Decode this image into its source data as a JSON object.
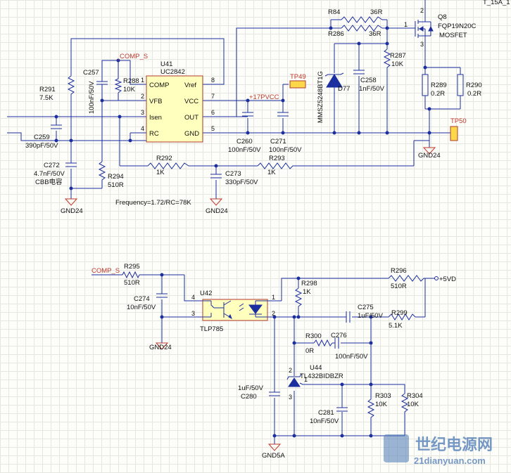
{
  "corner_text": "T_15A_1",
  "watermark": {
    "title": "世纪电源网",
    "url": "21dianyuan.com"
  },
  "frequency_note": "Frequency=1.72/RC=78K",
  "nets": {
    "comp_s_top": "COMP_S",
    "comp_s_bottom": "COMP_S",
    "pvcc": "+17PVCC",
    "vd": "+5VD"
  },
  "testpoints": {
    "tp49": "TP49",
    "tp50": "TP50"
  },
  "grounds": {
    "g1": "GND24",
    "g2": "GND24",
    "g3": "GND24",
    "g4": "GND24",
    "g5": "GND5A"
  },
  "u41": {
    "ref": "U41",
    "part": "UC2842",
    "pins_left": [
      "COMP",
      "VFB",
      "Isen",
      "RC"
    ],
    "pins_right": [
      "Vref",
      "VCC",
      "OUT",
      "GND"
    ],
    "nums_left": [
      "1",
      "2",
      "3",
      "4"
    ],
    "nums_right": [
      "8",
      "7",
      "6",
      "5"
    ]
  },
  "u42": {
    "ref": "U42",
    "part": "TLP785",
    "nums": [
      "4",
      "3",
      "1",
      "2"
    ]
  },
  "u44": {
    "ref": "U44",
    "part": "TL432BIDBZR",
    "nums": [
      "2",
      "1",
      "3"
    ]
  },
  "q8": {
    "ref": "Q8",
    "part": "FQP19N20C",
    "type": "MOSFET",
    "nums": [
      "2",
      "1",
      "3"
    ]
  },
  "d77": {
    "ref": "D77",
    "part": "MMSZ5248BT1G"
  },
  "components": {
    "r84": {
      "ref": "R84",
      "value": "36R"
    },
    "r286": {
      "ref": "R286",
      "value": "36R"
    },
    "r287": {
      "ref": "R287",
      "value": "10K"
    },
    "r288": {
      "ref": "R288",
      "value": "10K"
    },
    "r289": {
      "ref": "R289",
      "value": "0.2R"
    },
    "r290": {
      "ref": "R290",
      "value": "0.2R"
    },
    "r291": {
      "ref": "R291",
      "value": "7.5K"
    },
    "r292": {
      "ref": "R292",
      "value": "1K"
    },
    "r293": {
      "ref": "R293",
      "value": "1K"
    },
    "r294": {
      "ref": "R294",
      "value": "510R"
    },
    "r295": {
      "ref": "R295",
      "value": "510R"
    },
    "r296": {
      "ref": "R296",
      "value": "510R"
    },
    "r298": {
      "ref": "R298",
      "value": "1K"
    },
    "r299": {
      "ref": "R299",
      "value": "5.1K"
    },
    "r300": {
      "ref": "R300",
      "value": "0R"
    },
    "r303": {
      "ref": "R303",
      "value": "10K"
    },
    "r304": {
      "ref": "R304",
      "value": "10K"
    },
    "c257": {
      "ref": "C257",
      "value": "100nF/50V"
    },
    "c258": {
      "ref": "C258",
      "value": "1nF/50V"
    },
    "c259": {
      "ref": "C259",
      "value": "390pF/50V"
    },
    "c260": {
      "ref": "C260",
      "value": "100nF/50V"
    },
    "c271": {
      "ref": "C271",
      "value": "100nF/50V"
    },
    "c272": {
      "ref": "C272",
      "value": "4.7nF/50V",
      "note": "CBB电容"
    },
    "c273": {
      "ref": "C273",
      "value": "330pF/50V"
    },
    "c274": {
      "ref": "C274",
      "value": "10nF/50V"
    },
    "c275": {
      "ref": "C275",
      "value": "1uF/50V"
    },
    "c276": {
      "ref": "C276",
      "value": "100nF/50V"
    },
    "c280": {
      "ref": "C280",
      "value": "1uF/50V"
    },
    "c281": {
      "ref": "C281",
      "value": "10nF/50V"
    }
  },
  "colors": {
    "wire": "#1c2f9e",
    "ic_fill": "#ffffbe",
    "ic_border": "#b03a2e",
    "net_label": "#c0392b",
    "testpoint": "#ffd84a"
  }
}
